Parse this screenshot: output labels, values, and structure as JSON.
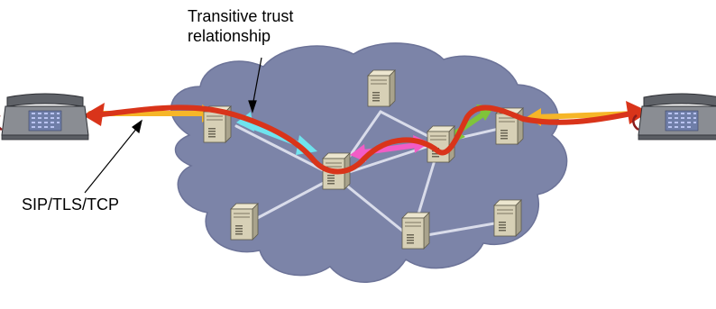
{
  "labels": {
    "transitive_trust_line1": "Transitive trust",
    "transitive_trust_line2": "relationship",
    "sip_tls_tcp": "SIP/TLS/TCP"
  },
  "colors": {
    "cloud": "#7c84a8",
    "cloud_edge": "#6c7398",
    "link": "#d9dcea",
    "path": "#d9341a",
    "phone_body": "#8a8d93",
    "server_front": "#d7d0b6",
    "server_side": "#a9a38c",
    "tls_yellow": "#f6b628",
    "tls_cyan": "#6fe3ee",
    "tls_magenta": "#f25cc6",
    "tls_green": "#7fc43a"
  }
}
